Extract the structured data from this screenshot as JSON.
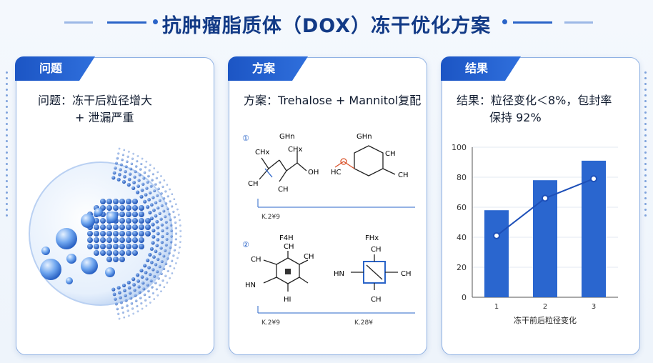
{
  "title": "抗肿瘤脂质体（DOX）冻干优化方案",
  "panels": {
    "problem": {
      "tab": "问题",
      "text_line1": "问题：冻干后粒径增大",
      "text_line2": "+ 泄漏严重"
    },
    "solution": {
      "tab": "方案",
      "text": "方案：Trehalose + Mannitol复配",
      "structures": {
        "n1": "①",
        "n2": "②",
        "s1a": {
          "top": "GHn",
          "l1": "CHx",
          "l2": "CHx",
          "l3": "CH",
          "l4": "CH",
          "l5": "OH"
        },
        "s1b": {
          "top": "GHn",
          "l1": "CH",
          "l2": "HC",
          "l3": "CH"
        },
        "label1": "K.2¥9",
        "s2a": {
          "top": "F4H",
          "l1": "CH",
          "l2": "CH",
          "l3": "CH",
          "l4": "HN",
          "l5": "HI"
        },
        "s2b": {
          "top": "FHx",
          "l1": "CH",
          "l2": "HN",
          "l3": "CH",
          "l4": "CH"
        },
        "label2a": "K.2¥9",
        "label2b": "K.28¥"
      }
    },
    "result": {
      "tab": "结果",
      "text_line1": "结果：粒径变化＜8%，包封率",
      "text_line2": "保持 92%"
    }
  },
  "chart_data": {
    "type": "bar",
    "categories": [
      "1",
      "2",
      "3"
    ],
    "values": [
      58,
      78,
      91
    ],
    "line_values": [
      41,
      66,
      79
    ],
    "xlabel": "冻干前后粒径变化",
    "ylabel": "",
    "ylim": [
      0,
      100
    ],
    "yticks": [
      "0",
      "20",
      "40",
      "60",
      "80",
      "100"
    ],
    "bar_color": "#2a66cf",
    "line_color": "#1d4fb8"
  }
}
